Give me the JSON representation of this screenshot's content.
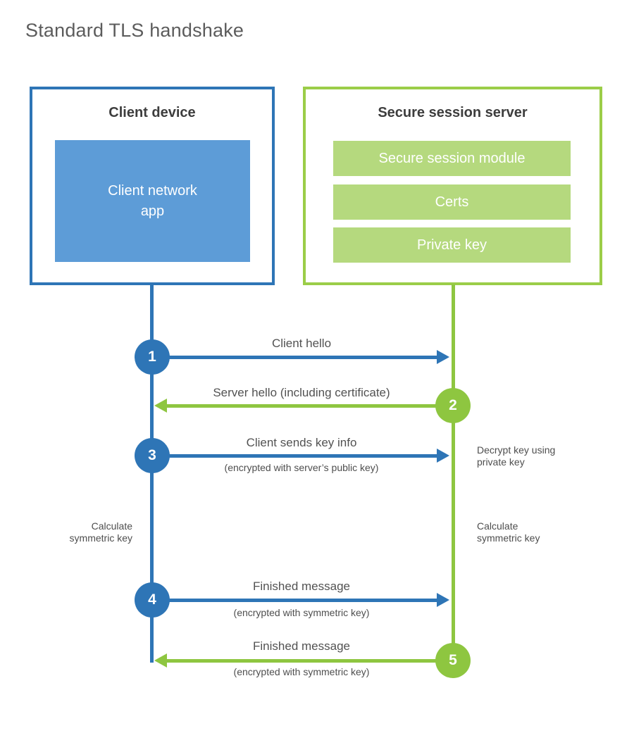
{
  "page_title": "Standard TLS handshake",
  "colors": {
    "client_blue": "#2e75b6",
    "client_fill_blue": "#5d9cd7",
    "server_green": "#8ec640",
    "server_border_green": "#9bcd48",
    "server_fill_green": "#b5d97e",
    "heading_text": "#3d3d3d",
    "label_text": "#525252"
  },
  "client_box": {
    "title": "Client device",
    "module": "Client network app"
  },
  "server_box": {
    "title": "Secure session server",
    "modules": [
      "Secure session module",
      "Certs",
      "Private key"
    ]
  },
  "steps": [
    {
      "num": "1",
      "actor": "client",
      "direction": "right",
      "label": "Client hello",
      "sub": ""
    },
    {
      "num": "2",
      "actor": "server",
      "direction": "left",
      "label": "Server hello (including certificate)",
      "sub": ""
    },
    {
      "num": "3",
      "actor": "client",
      "direction": "right",
      "label": "Client sends key info",
      "sub": "(encrypted with server’s public key)"
    },
    {
      "num": "4",
      "actor": "client",
      "direction": "right",
      "label": "Finished message",
      "sub": "(encrypted with symmetric key)"
    },
    {
      "num": "5",
      "actor": "server",
      "direction": "left",
      "label": "Finished message",
      "sub": "(encrypted with symmetric key)"
    }
  ],
  "annotations": {
    "decrypt_key": {
      "line1": "Decrypt key using",
      "line2": "private key"
    },
    "calc_left": {
      "line1": "Calculate",
      "line2": "symmetric key"
    },
    "calc_right": {
      "line1": "Calculate",
      "line2": "symmetric key"
    }
  }
}
